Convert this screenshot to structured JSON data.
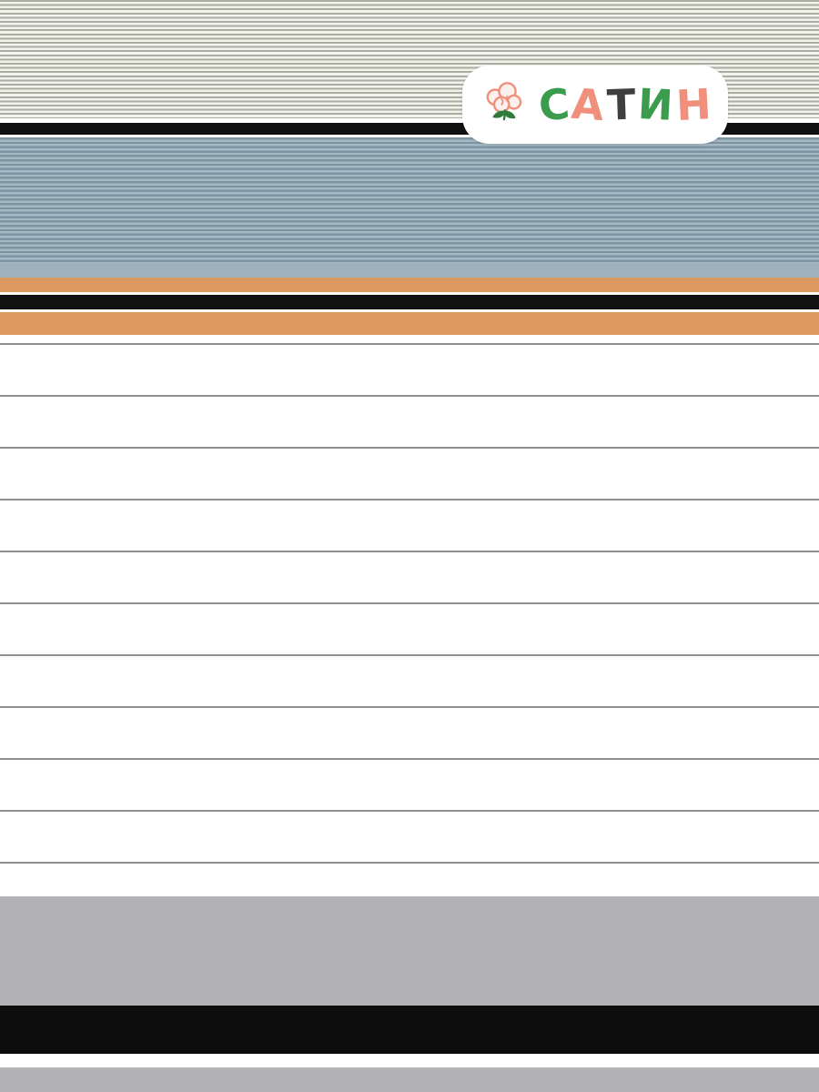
{
  "logo": {
    "text": "САТИН",
    "letters": [
      {
        "char": "С",
        "style": "color:#3b9c4e;transform:rotate(-5deg)"
      },
      {
        "char": "А",
        "style": "color:#ef8f7c;transform:rotate(4deg)"
      },
      {
        "char": "Т",
        "style": "color:#3f3f3d;transform:rotate(-2deg)"
      },
      {
        "char": "И",
        "style": "color:#3b9c4e;transform:rotate(3deg)"
      },
      {
        "char": "Н",
        "style": "color:#ef8f7c;transform:rotate(-3deg)"
      }
    ],
    "icon": "cotton-flower-icon",
    "badge_background": "#ffffff",
    "icon_colors": {
      "boll_outline": "#ef8f7c",
      "boll_fill": "#fdf1ee",
      "leaves": "#2f7d3b"
    }
  },
  "pattern": {
    "description": "horizontal striped satin textile pattern",
    "palette": {
      "fine_stripe_olive": "#a9aea0",
      "fine_stripe_olive_bg": "#f3f3ee",
      "fine_stripe_blue": "#7b95a2",
      "fine_stripe_blue_bg": "#a6b9c2",
      "solid_blue_gray": "#9db2bb",
      "orange": "#dd9a60",
      "black": "#101010",
      "white": "#ffffff",
      "thin_line_gray": "#8f8f8f",
      "wide_gray": "#b3b3b7"
    },
    "bands": [
      {
        "name": "fine-olive-stripes",
        "style": "height:130px;background:repeating-linear-gradient(to bottom,#a9aea0 0 2px,#f3f3ee 2px 4.6px)"
      },
      {
        "name": "white-gap",
        "style": "height:5px;background:#ffffff"
      },
      {
        "name": "black-band",
        "style": "height:13px;background:#101010"
      },
      {
        "name": "white-gap",
        "style": "height:3px;background:#ffffff"
      },
      {
        "name": "fine-blue-stripes",
        "style": "height:138px;background:repeating-linear-gradient(to bottom,#7b95a2 0 2.4px,#a6b9c2 2.4px 4.8px)"
      },
      {
        "name": "solid-blue-band",
        "style": "height:16px;background:#9db2bb"
      },
      {
        "name": "orange-band",
        "style": "height:16px;background:#dd9a60"
      },
      {
        "name": "white-gap",
        "style": "height:3px;background:#ffffff"
      },
      {
        "name": "black-band",
        "style": "height:16px;background:#111111"
      },
      {
        "name": "white-gap",
        "style": "height:3px;background:#ffffff"
      },
      {
        "name": "orange-band",
        "style": "height:25px;background:#dd9a60"
      },
      {
        "name": "white-thin-lines",
        "style": "height:617px;background:repeating-linear-gradient(to bottom,#ffffff 0 9px,#8f8f8f 9px 11px,#ffffff 11px 57px)"
      },
      {
        "name": "wide-gray-band",
        "style": "height:120px;background:#b3b3b7"
      },
      {
        "name": "black-band",
        "style": "height:53px;background:#0d0d0d"
      },
      {
        "name": "white-gap",
        "style": "height:15px;background:#ffffff"
      },
      {
        "name": "wide-gray-band",
        "style": "height:27px;background:#b3b3b7"
      }
    ]
  }
}
